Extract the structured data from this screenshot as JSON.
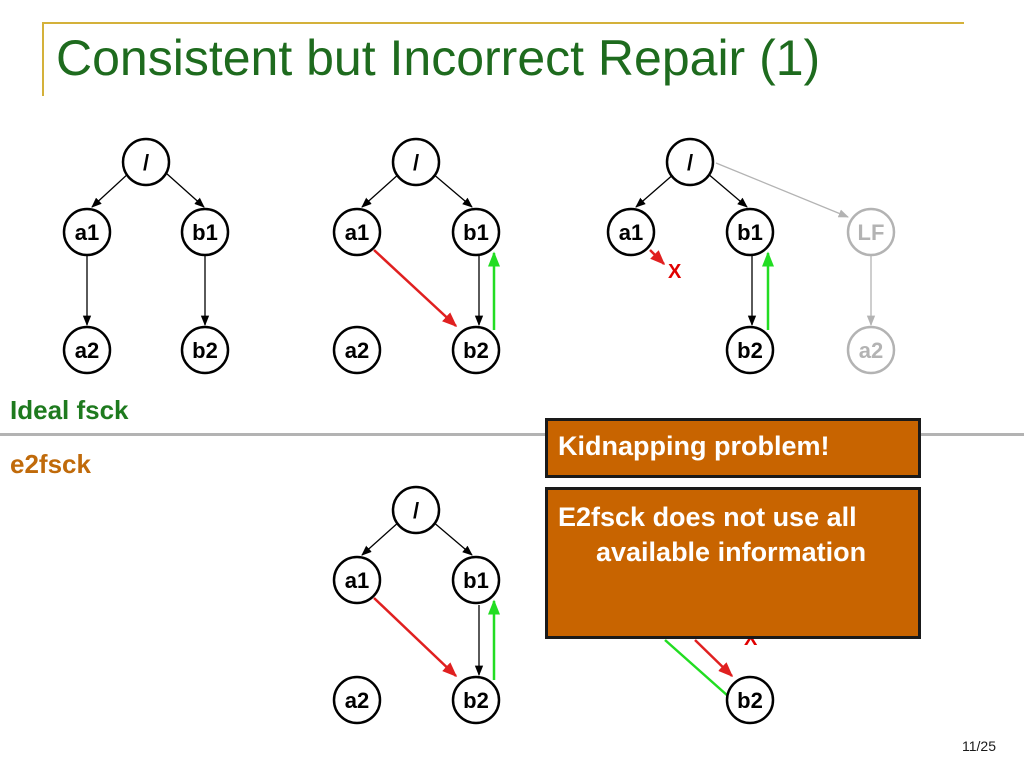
{
  "slide": {
    "title": "Consistent but Incorrect Repair (1)",
    "page_number": "11/25"
  },
  "labels": {
    "ideal": "Ideal fsck",
    "e2fsck": "e2fsck"
  },
  "nodes": {
    "root": "/",
    "a1": "a1",
    "b1": "b1",
    "a2": "a2",
    "b2": "b2",
    "lost_found": "LF"
  },
  "marks": {
    "broken_link": "X"
  },
  "callouts": {
    "kidnapping": "Kidnapping problem!",
    "not_using_info": "E2fsck does not use all available information"
  },
  "colors": {
    "title": "#1e6b1e",
    "ideal_label": "#1e7a1e",
    "e2fsck_label": "#c06a0a",
    "callout_fill": "#c86400",
    "wrong_pointer": "#e02020",
    "back_pointer": "#22dd22",
    "lost_found": "#b3b3b3",
    "accent_rule": "#d4b13a"
  }
}
